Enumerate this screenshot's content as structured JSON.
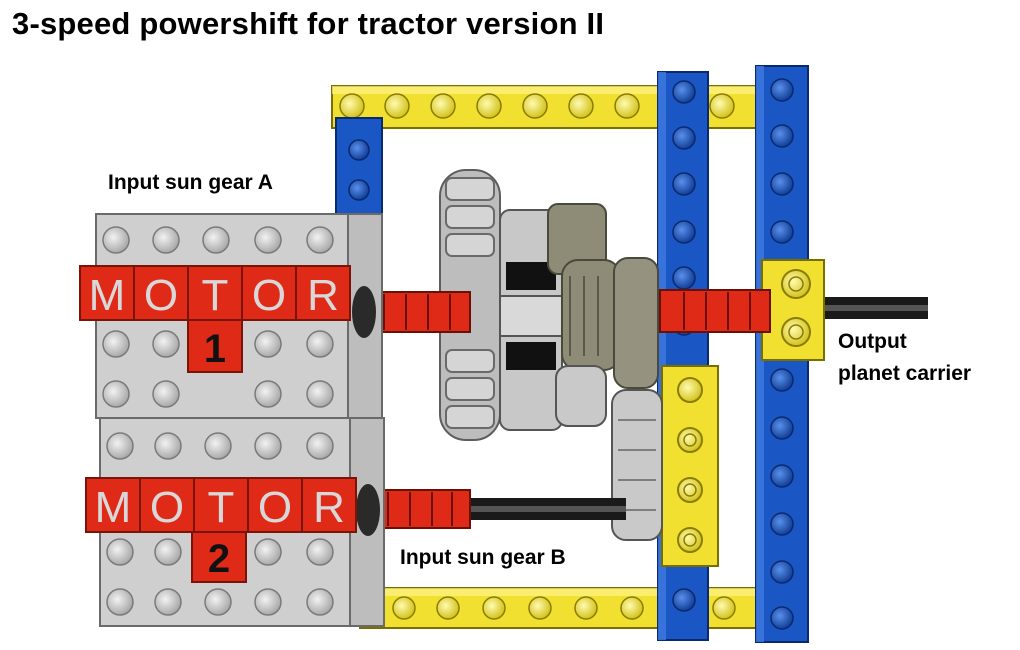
{
  "title": "3-speed powershift for tractor version II",
  "labels": {
    "input_a": "Input sun gear A",
    "input_b": "Input sun gear B",
    "output_line1": "Output",
    "output_line2": "planet carrier"
  },
  "motors": [
    {
      "letters": [
        "M",
        "O",
        "T",
        "O",
        "R"
      ],
      "number": "1"
    },
    {
      "letters": [
        "M",
        "O",
        "T",
        "O",
        "R"
      ],
      "number": "2"
    }
  ],
  "colors": {
    "beam_yellow": "#f2e030",
    "beam_blue": "#1a56c4",
    "brick_red": "#e02a18",
    "motor_grey": "#cfcfcf",
    "gear_grey": "#bcbcbc",
    "gear_dark": "#7f7f6e",
    "axle_black": "#1a1a1a"
  }
}
